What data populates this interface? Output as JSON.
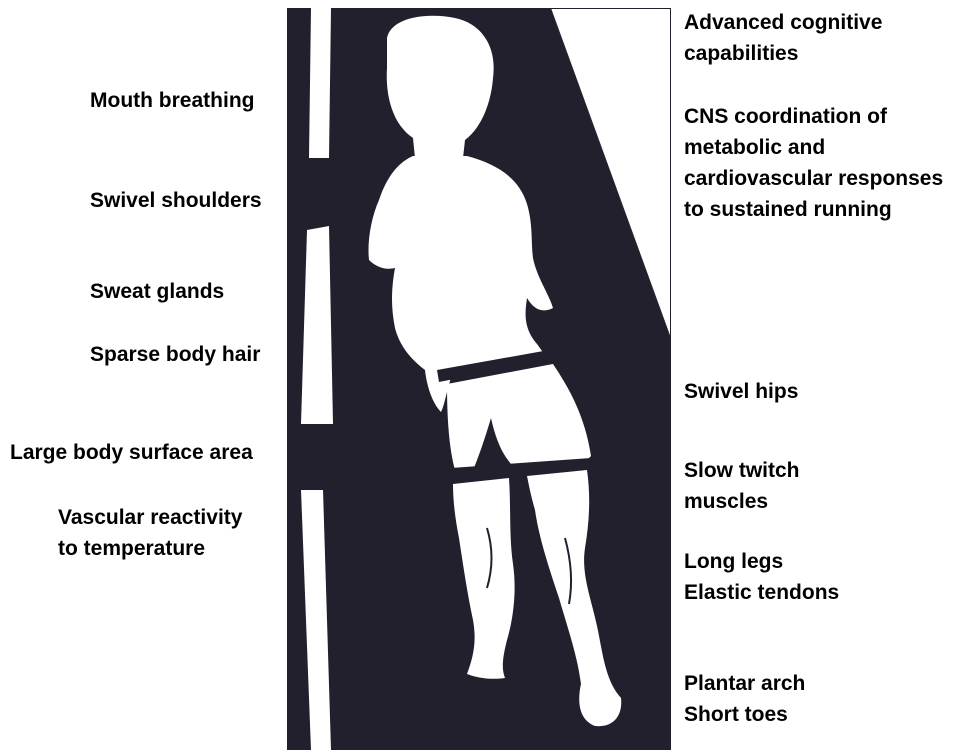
{
  "colors": {
    "ink": "#23202e",
    "silhouette": "#ffffff",
    "paper": "#ffffff",
    "text": "#000000"
  },
  "left_labels": [
    {
      "id": "mouth-breathing",
      "text": "Mouth breathing"
    },
    {
      "id": "swivel-shoulders",
      "text": "Swivel shoulders"
    },
    {
      "id": "sweat-glands",
      "text": "Sweat glands"
    },
    {
      "id": "sparse-body-hair",
      "text": "Sparse body hair"
    },
    {
      "id": "large-body-surface-area",
      "text": "Large body surface area"
    },
    {
      "id": "vascular-reactivity",
      "lines": [
        "Vascular reactivity",
        "to temperature"
      ]
    }
  ],
  "right_labels": [
    {
      "id": "advanced-cognitive",
      "lines": [
        "Advanced cognitive",
        "capabilities"
      ]
    },
    {
      "id": "cns-coordination",
      "lines": [
        "CNS coordination of",
        "metabolic and",
        "cardiovascular responses",
        "to sustained running"
      ]
    },
    {
      "id": "swivel-hips",
      "text": "Swivel hips"
    },
    {
      "id": "slow-twitch",
      "lines": [
        "Slow twitch",
        "muscles"
      ]
    },
    {
      "id": "legs-tendons",
      "lines": [
        "Long legs",
        "Elastic tendons"
      ]
    },
    {
      "id": "arch-toes",
      "lines": [
        "Plantar arch",
        "Short toes"
      ]
    }
  ]
}
